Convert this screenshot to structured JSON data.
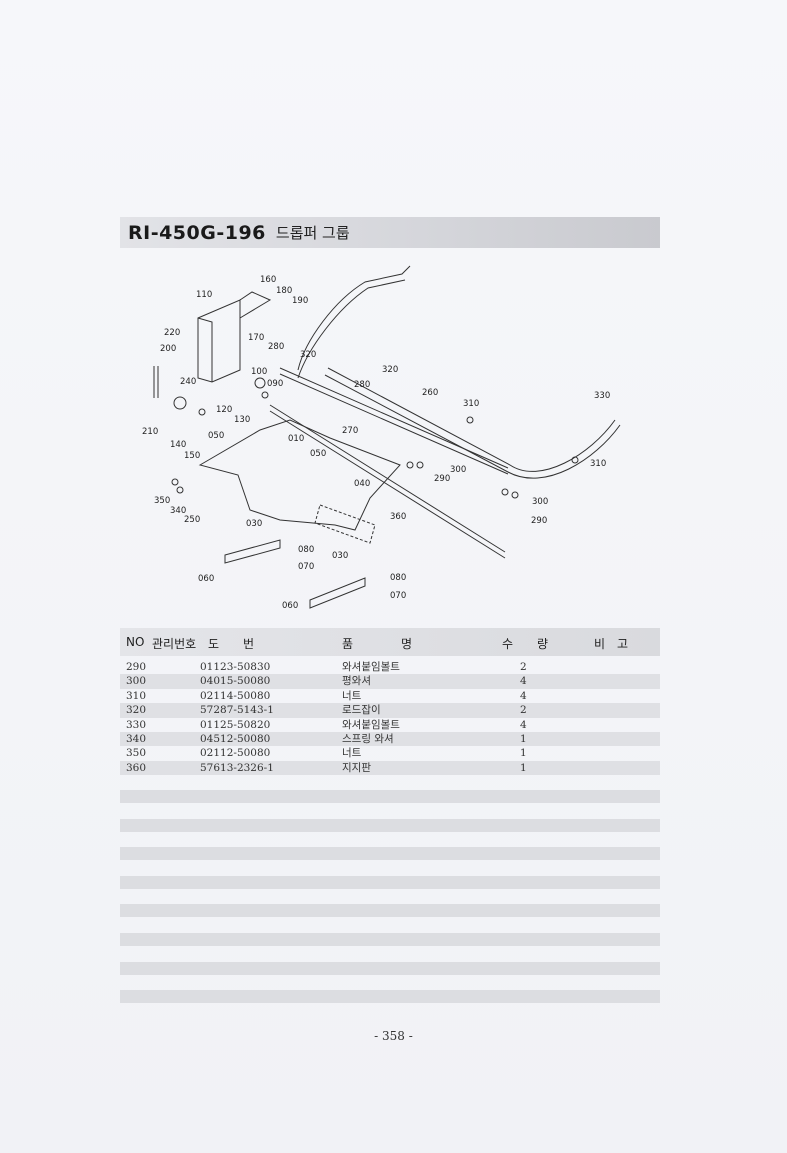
{
  "header": {
    "code": "RI-450G-196",
    "name": "드롭퍼 그룹"
  },
  "diagram": {
    "callouts": [
      "160",
      "180",
      "190",
      "110",
      "220",
      "200",
      "170",
      "280",
      "320",
      "320",
      "280",
      "260",
      "100",
      "090",
      "240",
      "120",
      "130",
      "310",
      "330",
      "210",
      "050",
      "010",
      "050",
      "140",
      "150",
      "270",
      "300",
      "290",
      "310",
      "040",
      "300",
      "350",
      "340",
      "250",
      "290",
      "360",
      "030",
      "080",
      "070",
      "030",
      "060",
      "080",
      "070",
      "060"
    ]
  },
  "table": {
    "headers": {
      "no": "NO",
      "mgmt": "관리번호",
      "drawing": "도　　번",
      "name": "품　　　　명",
      "qty": "수　　량",
      "note": "비　고"
    },
    "rows": [
      {
        "no": "290",
        "drawing": "01123-50830",
        "name": "와셔붙임볼트",
        "qty": "2"
      },
      {
        "no": "300",
        "drawing": "04015-50080",
        "name": "평와셔",
        "qty": "4"
      },
      {
        "no": "310",
        "drawing": "02114-50080",
        "name": "너트",
        "qty": "4"
      },
      {
        "no": "320",
        "drawing": "57287-5143-1",
        "name": "로드잡이",
        "qty": "2"
      },
      {
        "no": "330",
        "drawing": "01125-50820",
        "name": "와셔붙임볼트",
        "qty": "4"
      },
      {
        "no": "340",
        "drawing": "04512-50080",
        "name": "스프링 와셔",
        "qty": "1"
      },
      {
        "no": "350",
        "drawing": "02112-50080",
        "name": "너트",
        "qty": "1"
      },
      {
        "no": "360",
        "drawing": "57613-2326-1",
        "name": "지지판",
        "qty": "1"
      }
    ]
  },
  "footer": {
    "page": "- 358 -"
  }
}
